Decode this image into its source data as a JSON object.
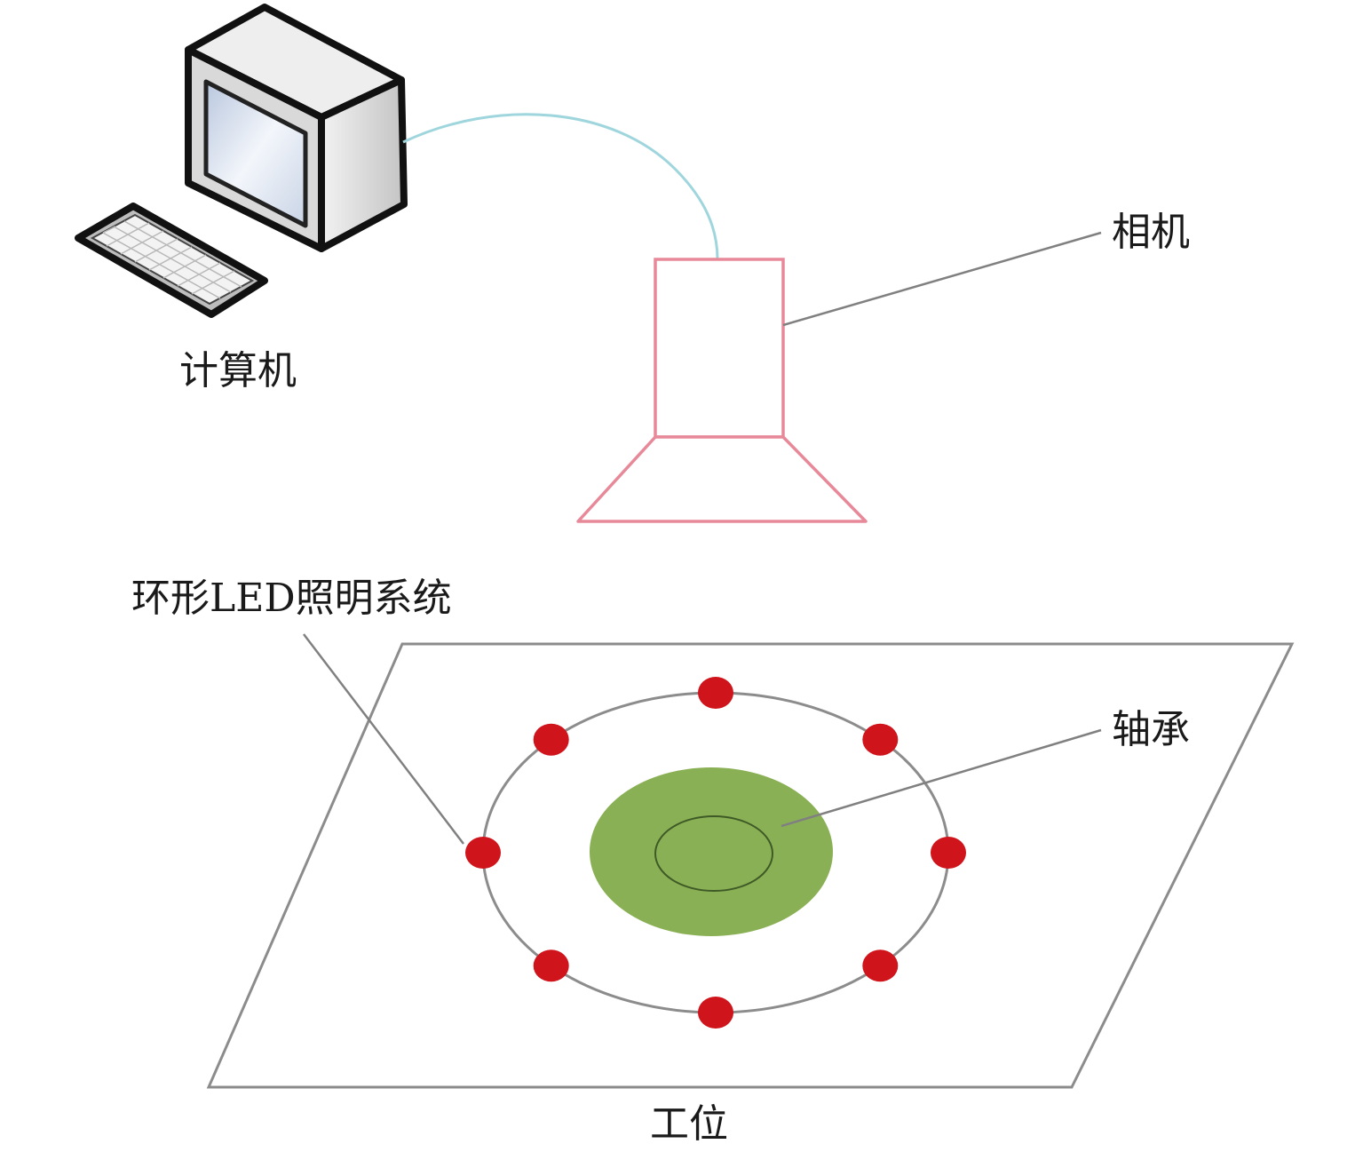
{
  "labels": {
    "computer": "计算机",
    "camera": "相机",
    "ring_led": "环形LED照明系统",
    "bearing": "轴承",
    "workstation": "工位"
  },
  "led_count": 8,
  "colors": {
    "camera_outline": "#e8899a",
    "cable": "#9fd6dd",
    "led": "#d0141c",
    "bearing_fill": "#8ab055",
    "stage_outline": "#8c8c8c",
    "leader_line": "#808080",
    "monitor_screen": "#dfe6f2"
  },
  "icons": {
    "computer": "desktop-computer-icon",
    "keyboard": "keyboard-icon"
  }
}
